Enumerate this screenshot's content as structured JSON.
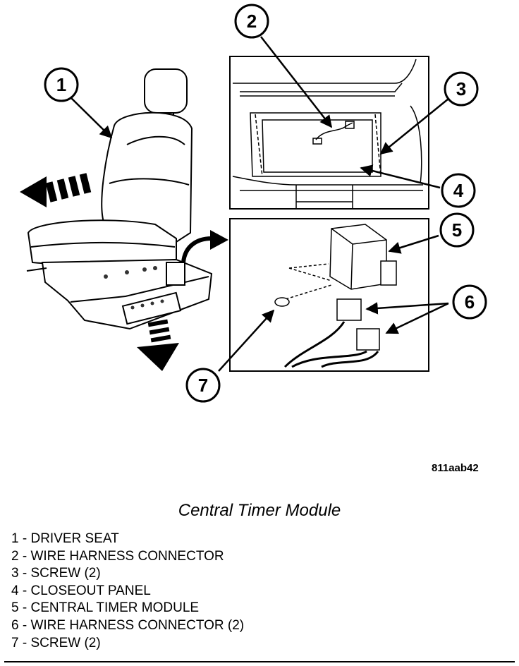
{
  "figure_code": "811aab42",
  "caption": "Central Timer Module",
  "callouts": [
    "1",
    "2",
    "3",
    "4",
    "5",
    "6",
    "7"
  ],
  "legend": [
    {
      "num": "1",
      "text": "DRIVER SEAT"
    },
    {
      "num": "2",
      "text": "WIRE HARNESS CONNECTOR"
    },
    {
      "num": "3",
      "text": "SCREW (2)"
    },
    {
      "num": "4",
      "text": "CLOSEOUT PANEL"
    },
    {
      "num": "5",
      "text": "CENTRAL TIMER MODULE"
    },
    {
      "num": "6",
      "text": "WIRE HARNESS CONNECTOR (2)"
    },
    {
      "num": "7",
      "text": "SCREW (2)"
    }
  ],
  "legend_separator": " - "
}
